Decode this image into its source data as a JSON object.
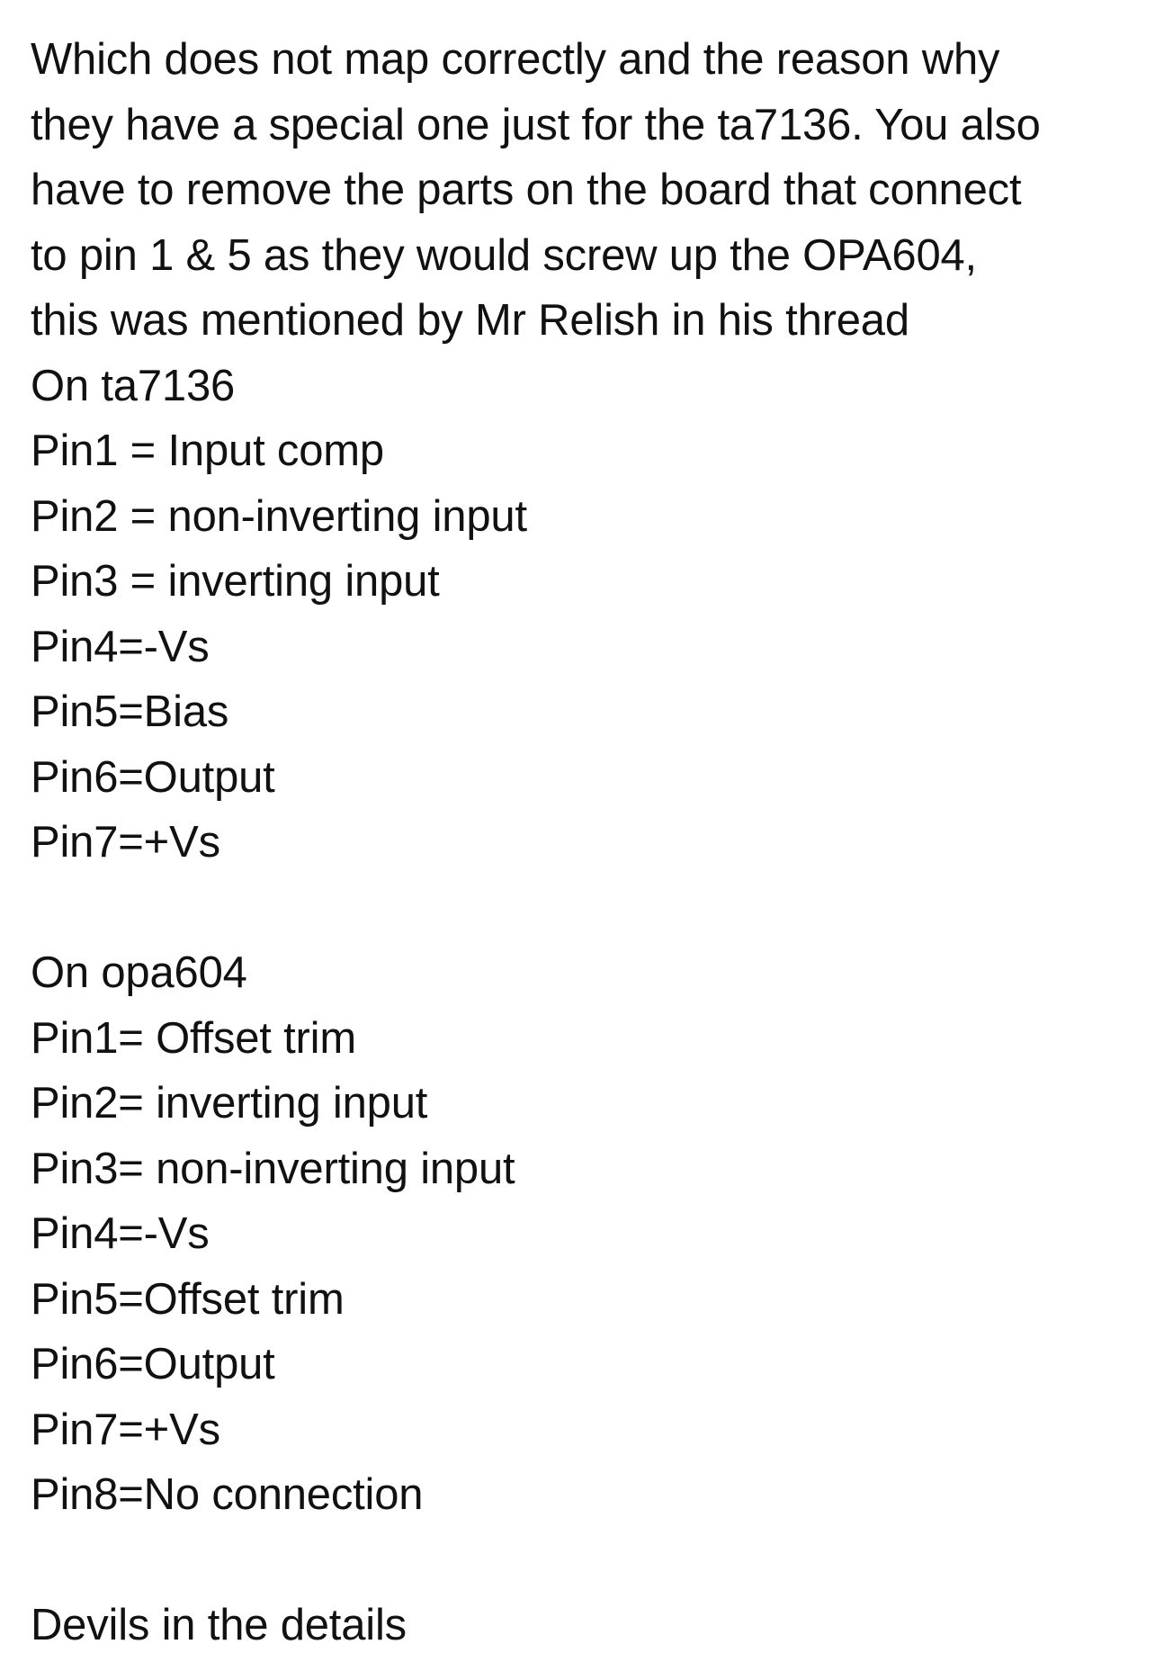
{
  "note": {
    "intro_lines": [
      "Which does not map correctly and the reason why",
      "they have a special one just for the ta7136. You also",
      "have to remove the parts on the board that connect",
      "to pin 1 & 5 as they would screw up the OPA604,",
      "this was mentioned by Mr Relish in his thread"
    ],
    "ta7136": {
      "heading": "On ta7136",
      "pins": [
        "Pin1 = Input comp",
        "Pin2 = non-inverting input",
        "Pin3 = inverting input",
        "Pin4=-Vs",
        "Pin5=Bias",
        "Pin6=Output",
        "Pin7=+Vs"
      ]
    },
    "opa604": {
      "heading": "On opa604",
      "pins": [
        "Pin1= Offset trim",
        "Pin2= inverting input",
        "Pin3= non-inverting input",
        "Pin4=-Vs",
        "Pin5=Offset trim",
        "Pin6=Output",
        "Pin7=+Vs",
        "Pin8=No connection"
      ]
    },
    "closing": "Devils in the details"
  }
}
